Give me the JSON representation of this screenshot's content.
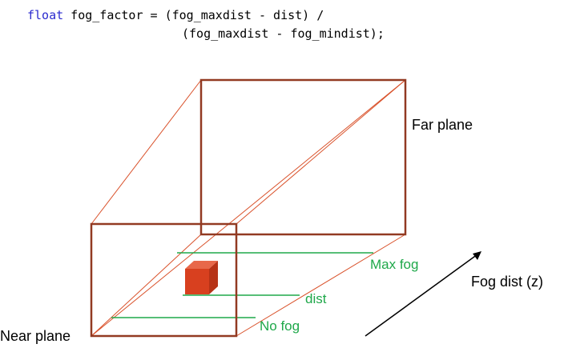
{
  "code": {
    "keyword": "float",
    "line1_rest": " fog_factor = (fog_maxdist - dist) /",
    "line2": "(fog_maxdist - fog_mindist);"
  },
  "labels": {
    "far_plane": "Far plane",
    "near_plane": "Near plane",
    "max_fog": "Max fog",
    "dist": "dist",
    "no_fog": "No fog",
    "fog_dist_axis": "Fog dist (z)"
  },
  "colors": {
    "plane_border": "#923a22",
    "frustum_edge": "#d9512a",
    "fog_line": "#1fa84a",
    "cube_front": "#d8401f",
    "cube_top": "#e8684a",
    "cube_side": "#b73317",
    "keyword": "#2a2acf"
  }
}
